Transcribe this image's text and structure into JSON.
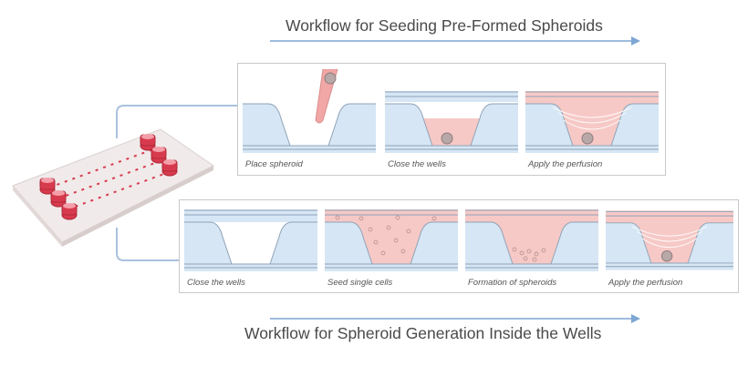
{
  "top_workflow": {
    "title": "Workflow for Seeding Pre-Formed Spheroids",
    "steps": [
      {
        "caption": "Place spheroid"
      },
      {
        "caption": "Close the wells"
      },
      {
        "caption": "Apply the perfusion"
      }
    ]
  },
  "bottom_workflow": {
    "title": "Workflow for Spheroid Generation Inside the Wells",
    "steps": [
      {
        "caption": "Close the wells"
      },
      {
        "caption": "Seed single cells"
      },
      {
        "caption": "Formation of spheroids"
      },
      {
        "caption": "Apply the perfusion"
      }
    ]
  },
  "colors": {
    "title_text": "#4a4a4a",
    "arrow": "#7ea6d3",
    "well_blue": "#d6e6f4",
    "well_line": "#8fa3b8",
    "medium_pink": "#f6c9c6",
    "cell_red": "#d83a4d",
    "connector": "#a9c2dc"
  }
}
